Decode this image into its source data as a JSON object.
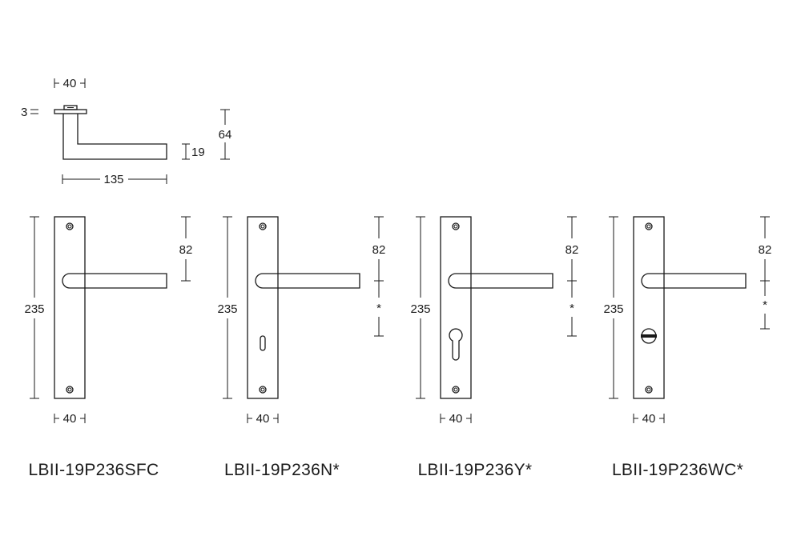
{
  "side_view": {
    "top_width": "40",
    "thickness": "3",
    "height": "64",
    "grip": "19",
    "length": "135"
  },
  "plates": [
    {
      "model": "LBII-19P236SFC",
      "height": "235",
      "handle_height": "82",
      "width": "40",
      "lower_dim": "",
      "hole": "none"
    },
    {
      "model": "LBII-19P236N*",
      "height": "235",
      "handle_height": "82",
      "width": "40",
      "lower_dim": "*",
      "hole": "slot"
    },
    {
      "model": "LBII-19P236Y*",
      "height": "235",
      "handle_height": "82",
      "width": "40",
      "lower_dim": "*",
      "hole": "euro-cylinder"
    },
    {
      "model": "LBII-19P236WC*",
      "height": "235",
      "handle_height": "82",
      "width": "40",
      "lower_dim": "*",
      "hole": "wc-turn"
    }
  ]
}
